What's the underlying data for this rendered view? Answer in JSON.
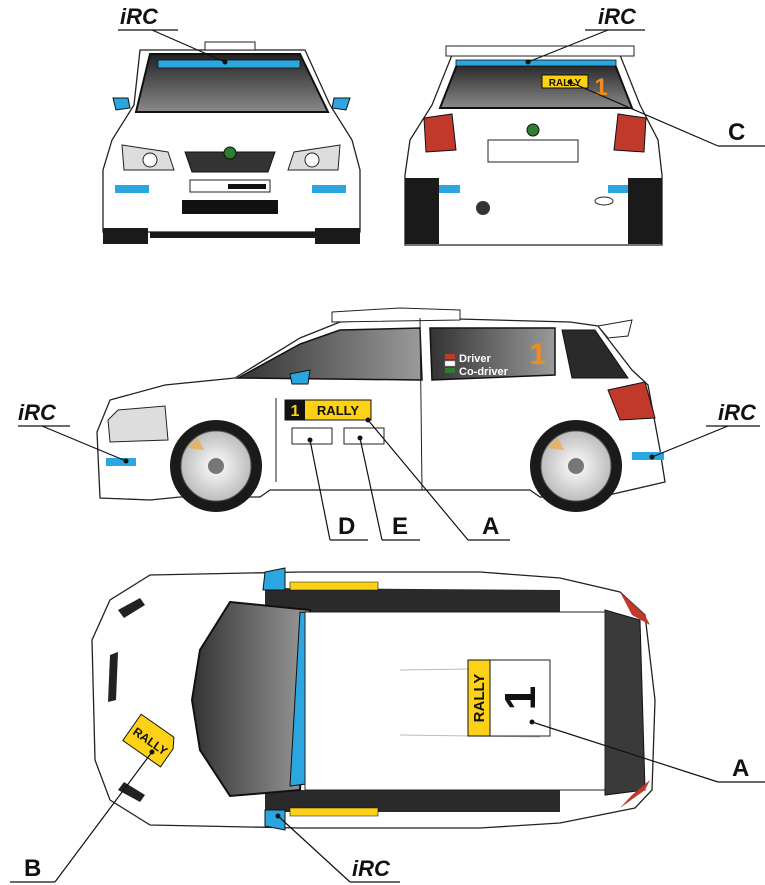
{
  "brand_label": "iRC",
  "rally_plate_text": "RALLY",
  "start_number": "1",
  "crew": {
    "driver": "Driver",
    "codriver": "Co-driver"
  },
  "callouts": {
    "a": "A",
    "b": "B",
    "c": "C",
    "d": "D",
    "e": "E"
  },
  "colors": {
    "irc_blue": "#2aa7e0",
    "rally_yellow": "#fcd116",
    "number_orange": "#f08c1e",
    "glass_dark": "#3a3a3a",
    "body_white": "#ffffff",
    "tyre_black": "#1a1a1a",
    "taillight_red": "#c0392b",
    "skoda_green": "#2e7d32"
  }
}
